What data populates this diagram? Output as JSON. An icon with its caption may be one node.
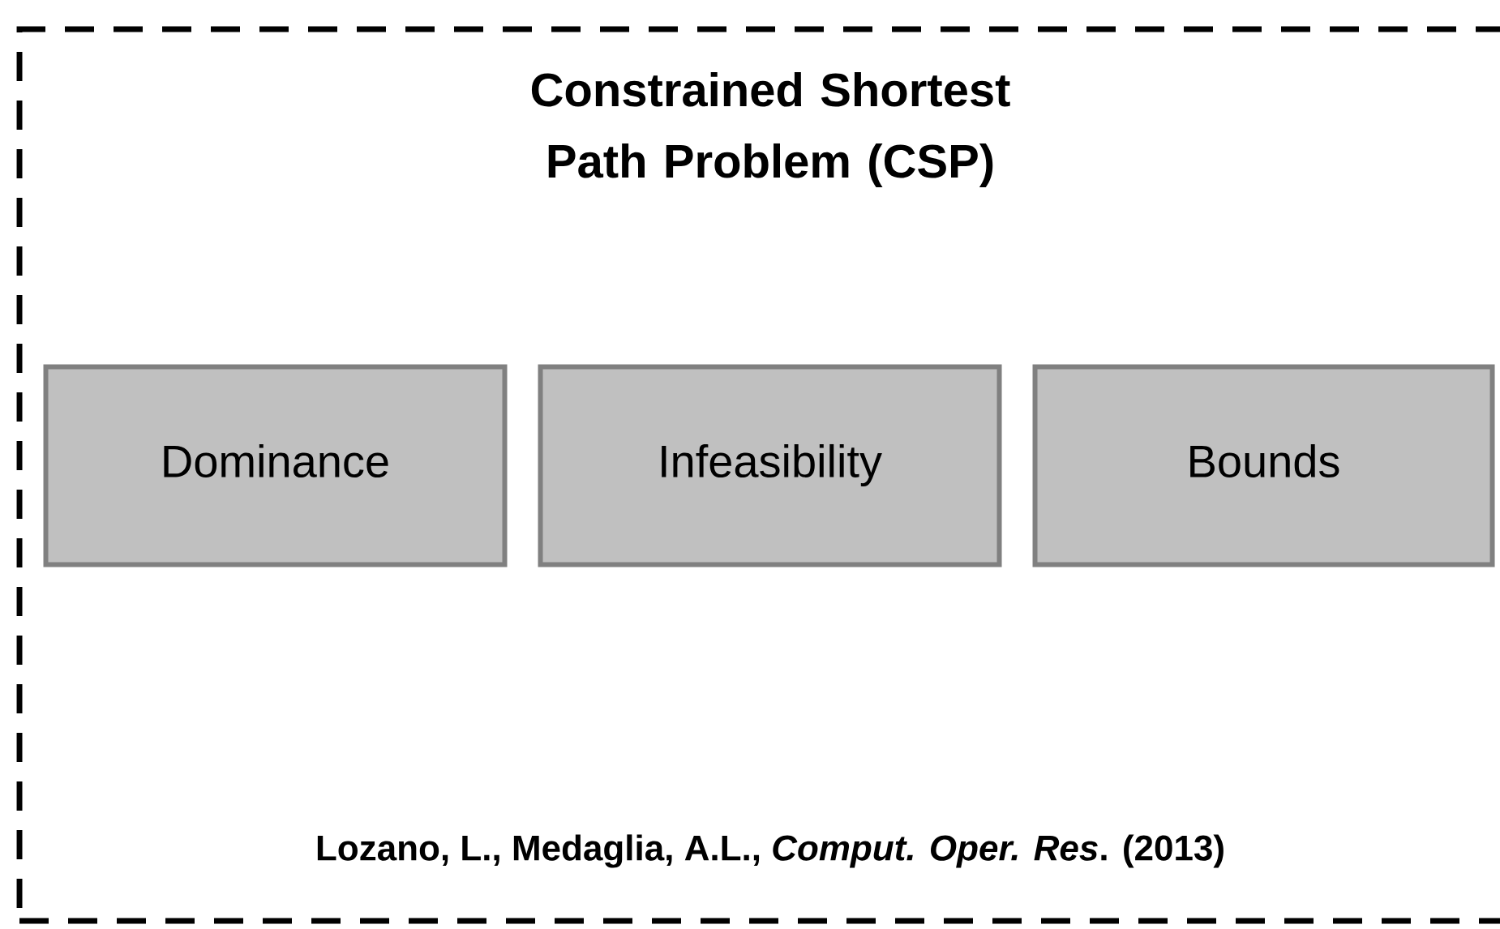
{
  "diagram": {
    "nodes": [
      {
        "text": [
          "Constrained Shortest Path Problem (CSP)",
          "Lozano, L., Medaglia, A.L., *Comput. Oper. Res*. (2013)"
        ]
      },
      {
        "text": [
          "Dominance"
        ],
        "in": 0
      },
      {
        "text": [
          "Infeasibility"
        ],
        "in": 0
      },
      {
        "text": [
          "Bounds"
        ],
        "in": 0
      }
    ]
  }
}
